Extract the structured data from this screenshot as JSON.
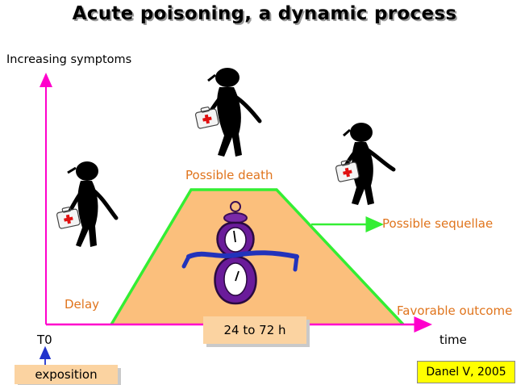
{
  "title": "Acute poisoning, a dynamic process",
  "axes": {
    "y_label": "Increasing symptoms",
    "x_label": "time",
    "origin_label": "T0"
  },
  "labels": {
    "possible_death": "Possible death",
    "possible_sequellae": "Possible sequellae",
    "delay": "Delay",
    "favorable_outcome": "Favorable outcome"
  },
  "boxes": {
    "duration": "24 to 72 h",
    "exposition": "exposition",
    "credit": "Danel V, 2005"
  },
  "colors": {
    "axis": "#ff00cc",
    "curve": "#33ee33",
    "fill": "#fbbf7c",
    "label_text": "#e0741c",
    "clock": "#6a1b9a",
    "ribbon": "#2233bb",
    "exposition_arrow": "#2233cc",
    "credit_bg": "#ffff00"
  },
  "icons": [
    "figure-with-first-aid-kit",
    "clock-with-ribbon"
  ]
}
